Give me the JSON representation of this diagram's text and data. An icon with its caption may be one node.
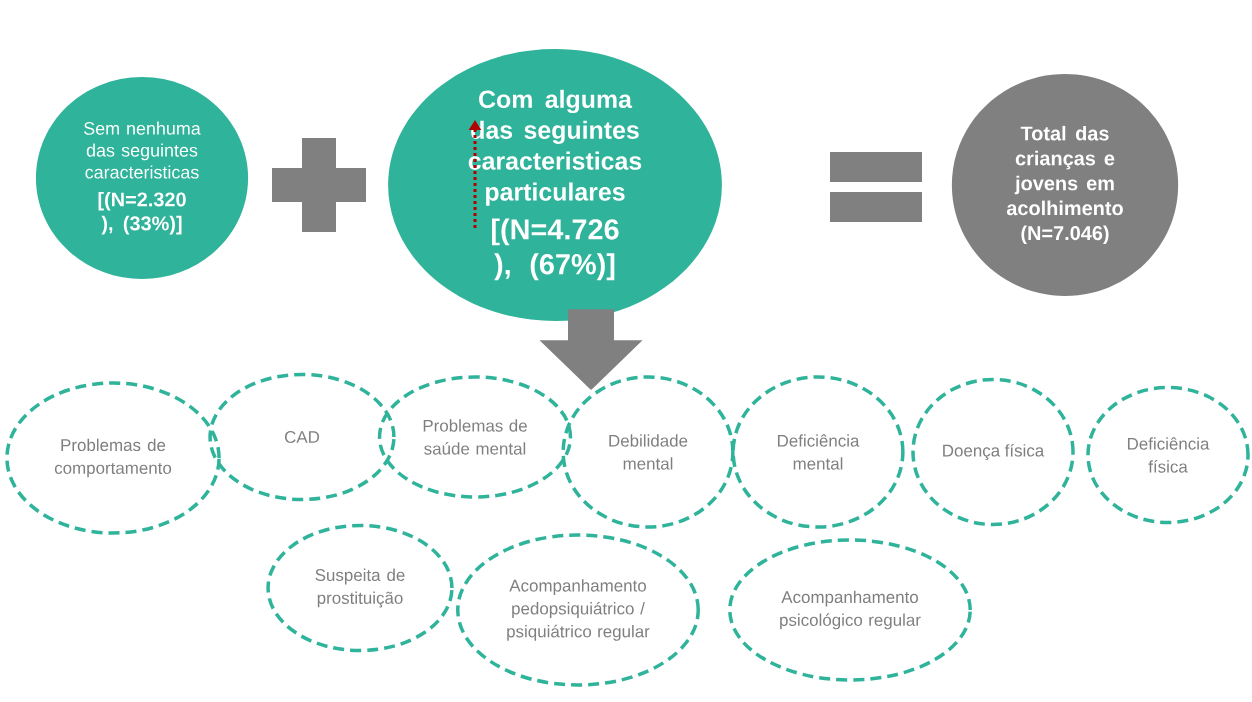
{
  "diagram": {
    "nodes": [
      {
        "text": [
          "Sem nenhuma das seguintes caracteristicas",
          "[(N=2.320 ), (33%)]"
        ]
      },
      {
        "text": [
          "Com alguma das seguintes caracteristicas particulares",
          "[(N=4.726 ), (67%)]"
        ]
      },
      {
        "text": [
          "Total das crianças e jovens em acolhimento (N=7.046)"
        ]
      },
      {
        "text": [
          "Problemas de comportamento"
        ]
      },
      {
        "text": [
          "CAD"
        ]
      },
      {
        "text": [
          "Problemas de saúde mental"
        ]
      },
      {
        "text": [
          "Debilidade mental"
        ]
      },
      {
        "text": [
          "Deficiência mental"
        ]
      },
      {
        "text": [
          "Doença física"
        ]
      },
      {
        "text": [
          "Deficiência física"
        ]
      },
      {
        "text": [
          "Suspeita de prostituição"
        ]
      },
      {
        "text": [
          "Acompanhamento pedopsiquiátrico / psiquiátrico regular"
        ]
      },
      {
        "text": [
          "Acompanhamento psicológico regular"
        ]
      }
    ],
    "edges": [
      {
        "from": 1,
        "to": 6,
        "arrow": "to",
        "color": "#808080"
      }
    ]
  }
}
